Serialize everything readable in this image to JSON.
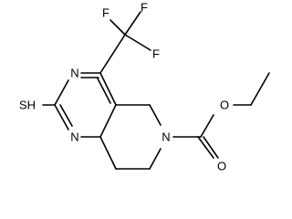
{
  "molecule": {
    "atoms": {
      "f1": "F",
      "f2": "F",
      "f3": "F",
      "n_top": "N",
      "n_bottom": "N",
      "sh": "SH",
      "n_ring": "N",
      "o_ester": "O",
      "o_carbonyl": "O"
    },
    "colors": {
      "ink": "#000000",
      "background": "#ffffff"
    }
  }
}
